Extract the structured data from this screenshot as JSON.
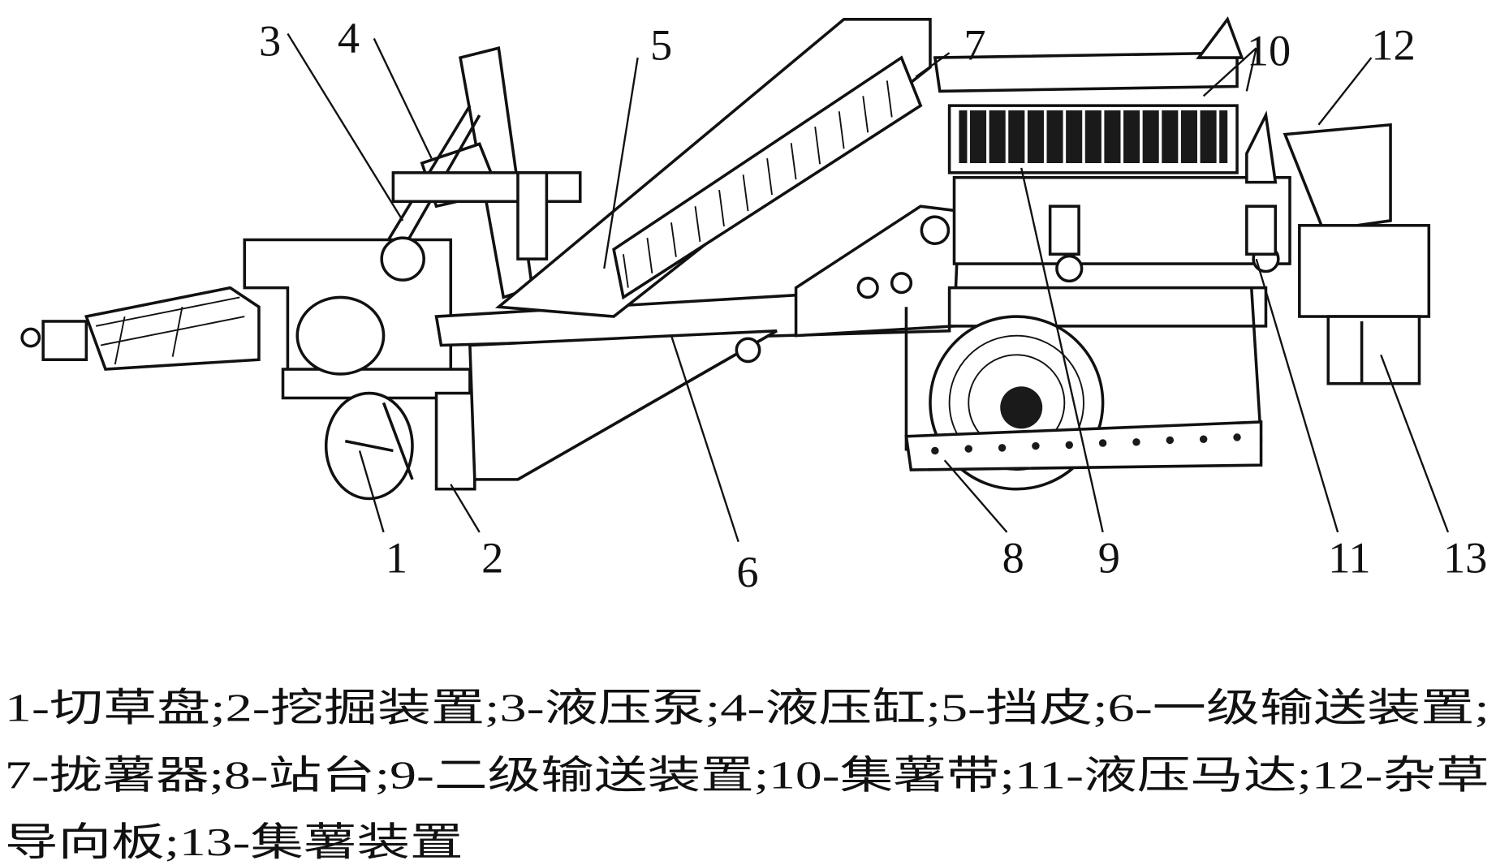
{
  "figure": {
    "labels": [
      "1",
      "2",
      "3",
      "4",
      "5",
      "6",
      "7",
      "8",
      "9",
      "10",
      "11",
      "12",
      "13"
    ],
    "caption_lines": [
      "1-切草盘;2-挖掘装置;3-液压泵;4-液压缸;5-挡皮;6-一级输送装置;",
      "7-拢薯器;8-站台;9-二级输送装置;10-集薯带;11-液压马达;12-杂草",
      "导向板;13-集薯装置"
    ]
  }
}
